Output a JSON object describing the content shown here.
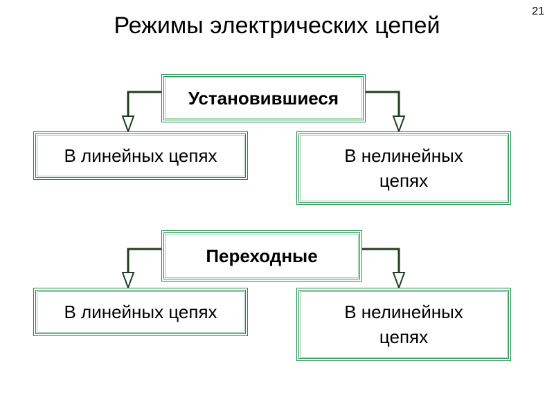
{
  "slide": {
    "title": "Режимы электрических цепей",
    "page_number": "21"
  },
  "groups": [
    {
      "heading": "Установившиеся",
      "children": [
        "В линейных цепях",
        "В нелинейных цепях"
      ]
    },
    {
      "heading": "Переходные",
      "children": [
        "В линейных цепях",
        "В нелинейных цепях"
      ]
    }
  ],
  "colors": {
    "border": "#1a8a4a",
    "border_light": "#8fcfa6",
    "connector": "#1f3d1f",
    "arrowhead_fill": "#ffffff"
  }
}
